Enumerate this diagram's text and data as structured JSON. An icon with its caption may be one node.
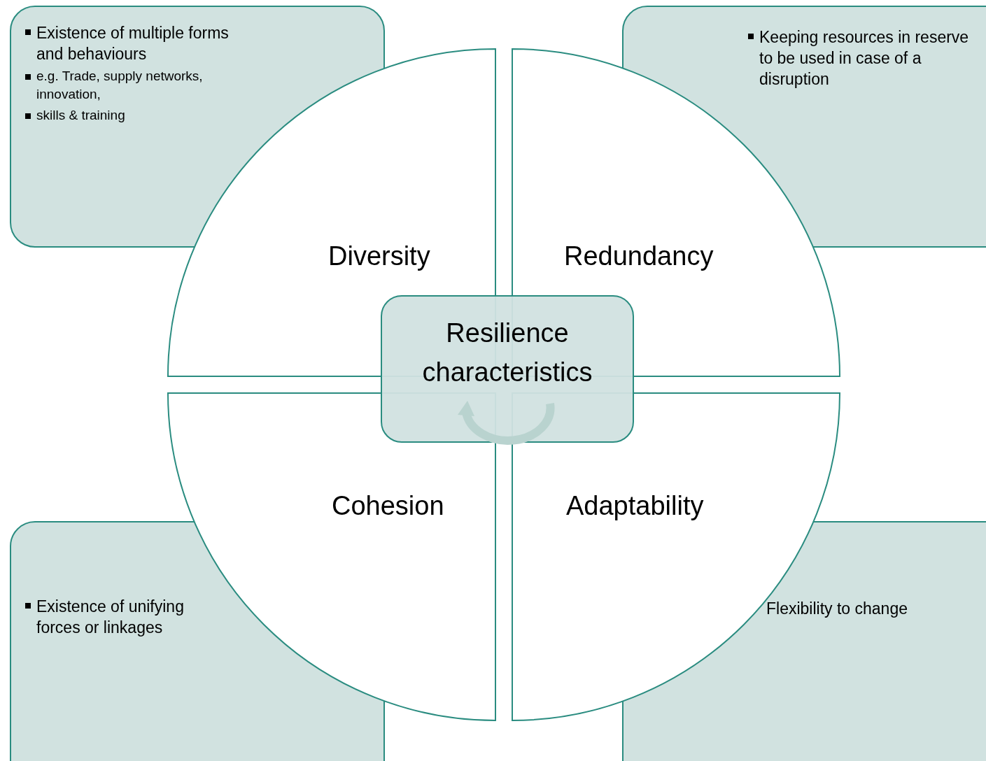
{
  "diagram": {
    "nodes": [
      {
        "text": [
          "Existence of multiple forms and behaviours",
          "e.g. Trade, supply networks, innovation,",
          "skills & training"
        ]
      },
      {
        "text": [
          "Diversity"
        ]
      },
      {
        "text": [
          "Redundancy"
        ]
      },
      {
        "text": [
          "Keeping resources in reserve to be used in case of a disruption"
        ]
      },
      {
        "text": [
          "Resilience characteristics"
        ]
      },
      {
        "text": [
          "Cohesion"
        ]
      },
      {
        "text": [
          "Adaptability"
        ]
      },
      {
        "text": [
          "Existence of unifying forces or linkages"
        ]
      },
      {
        "text": [
          "Flexibility to change"
        ]
      }
    ],
    "edges": []
  }
}
